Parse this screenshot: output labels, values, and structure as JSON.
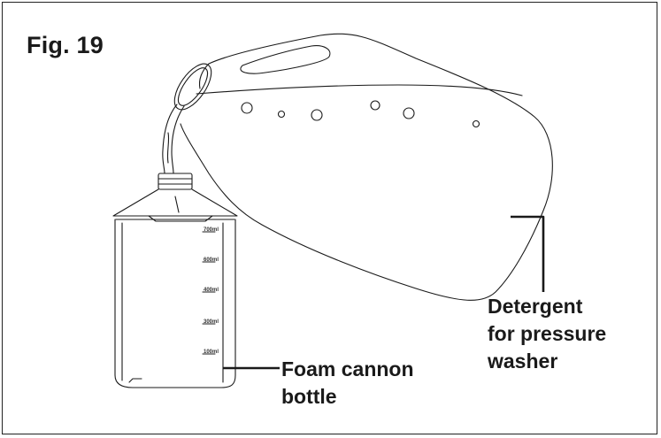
{
  "figure": {
    "title": "Fig. 19"
  },
  "callouts": {
    "foam_bottle": [
      "Foam cannon",
      "bottle"
    ],
    "detergent": [
      "Detergent",
      "for pressure",
      "washer"
    ]
  },
  "bottle": {
    "graduations": [
      "700ml",
      "600ml",
      "400ml",
      "300ml",
      "100ml"
    ]
  },
  "colors": {
    "line": "#1a1a1a",
    "background": "#ffffff"
  }
}
